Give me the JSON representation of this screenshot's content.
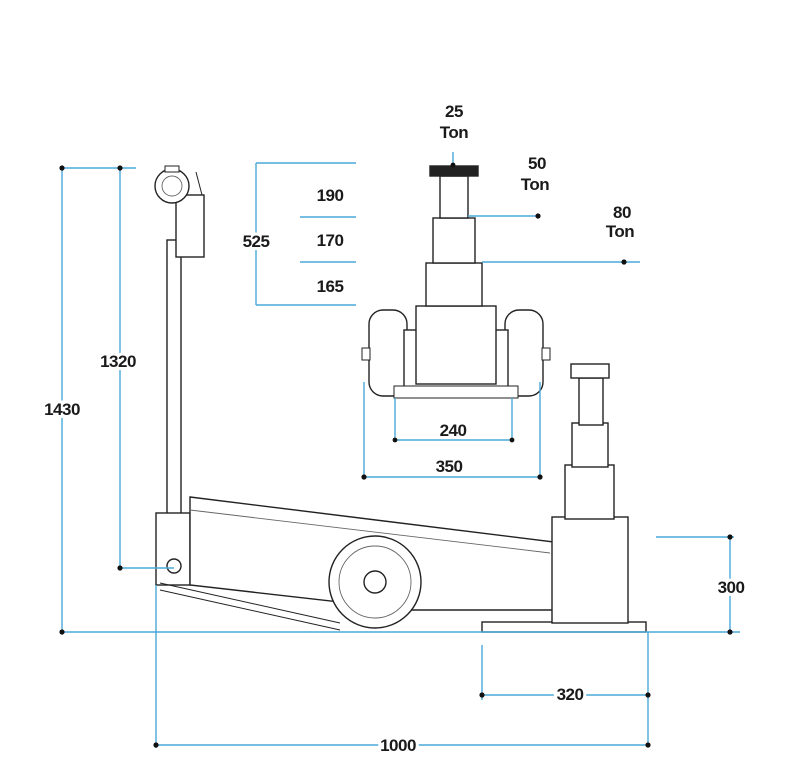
{
  "labels": {
    "load_25": {
      "value": "25",
      "unit": "Ton"
    },
    "load_50": {
      "value": "50",
      "unit": "Ton"
    },
    "load_80": {
      "value": "80",
      "unit": "Ton"
    },
    "stroke_total": "525",
    "stroke_stage1": "190",
    "stroke_stage2": "170",
    "stroke_stage3": "165",
    "saddle_width": "240",
    "wheel_track": "350",
    "handle_height_total": "1430",
    "handle_height_pivot": "1320",
    "min_height": "300",
    "base_length": "320",
    "overall_length": "1000"
  },
  "colors": {
    "dimension_line": "#4aa8d8",
    "outline": "#222222",
    "text": "#1a1a1a"
  }
}
